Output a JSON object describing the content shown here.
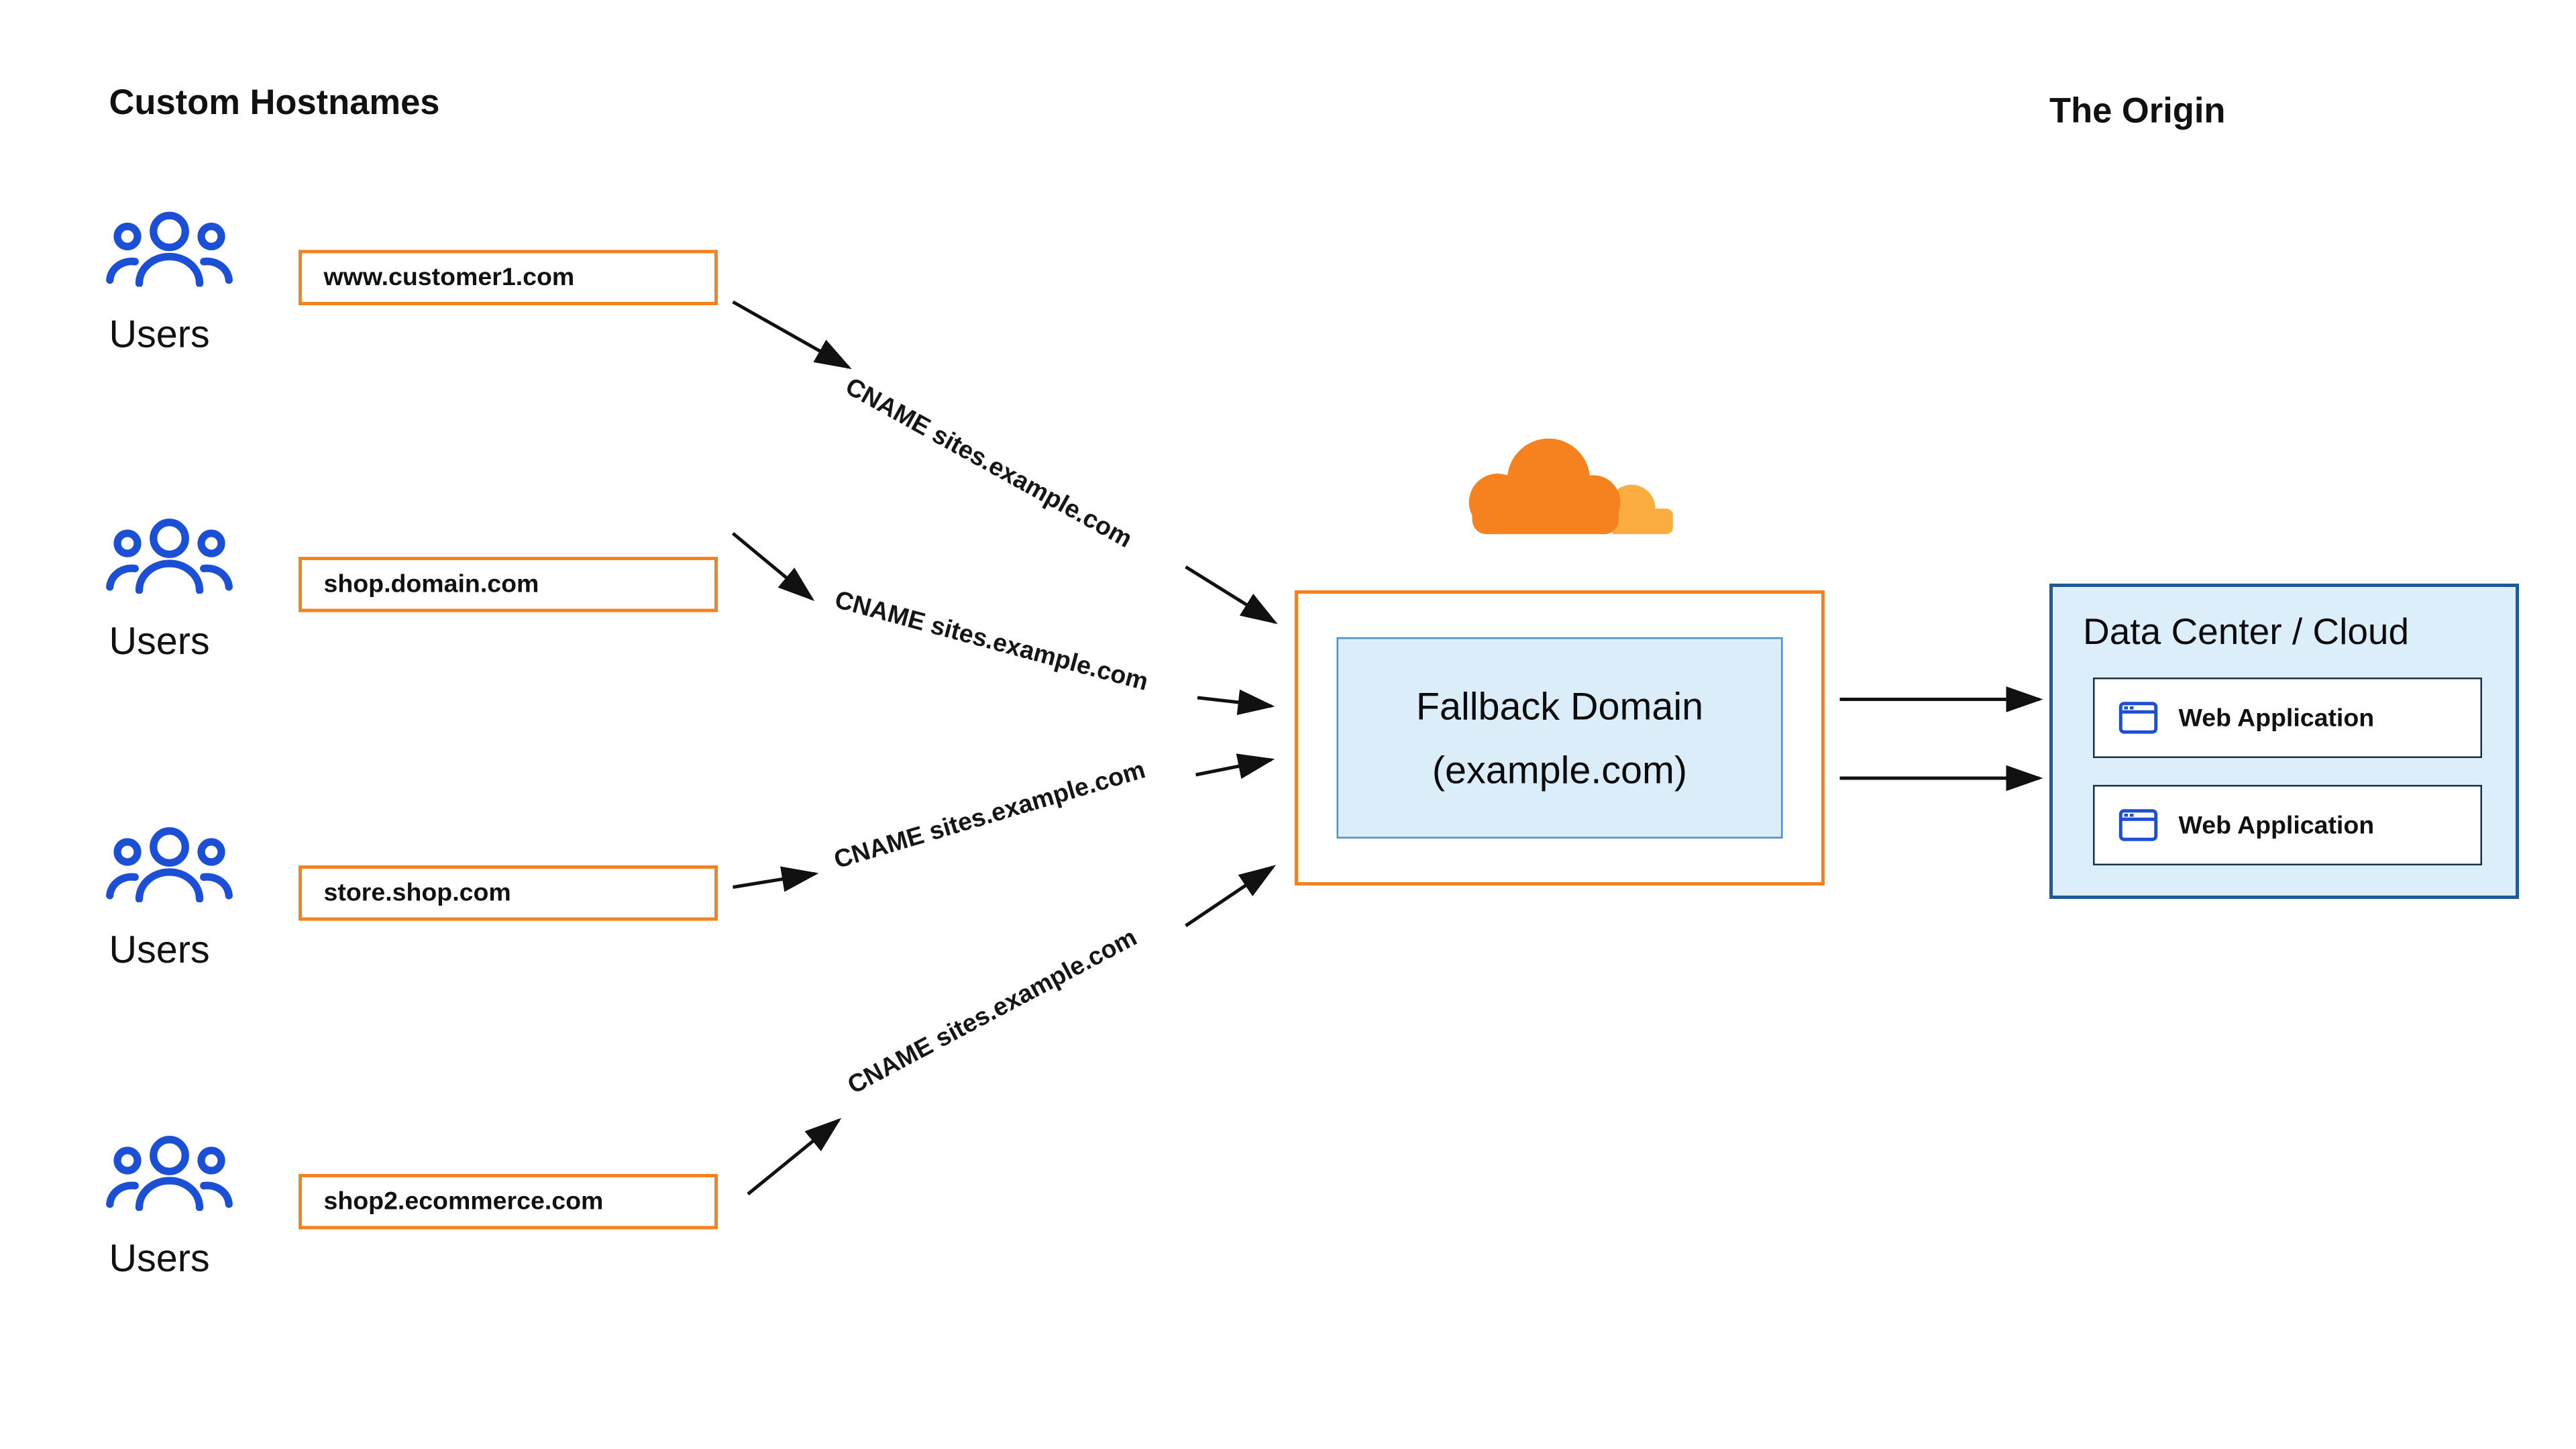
{
  "diagram": {
    "left_title": "Custom Hostnames",
    "right_title": "The Origin"
  },
  "hostnames": [
    {
      "users_label": "Users",
      "domain": "www.customer1.com",
      "cname": "CNAME sites.example.com"
    },
    {
      "users_label": "Users",
      "domain": "shop.domain.com",
      "cname": "CNAME sites.example.com"
    },
    {
      "users_label": "Users",
      "domain": "store.shop.com",
      "cname": "CNAME sites.example.com"
    },
    {
      "users_label": "Users",
      "domain": "shop2.ecommerce.com",
      "cname": "CNAME sites.example.com"
    }
  ],
  "fallback": {
    "line1": "Fallback Domain",
    "line2": "(example.com)"
  },
  "origin": {
    "title": "Data Center / Cloud",
    "apps": [
      {
        "label": "Web Application"
      },
      {
        "label": "Web Application"
      }
    ]
  },
  "icons": {
    "users": "users-group-icon",
    "cloudflare": "cloudflare-cloud-logo",
    "web_app": "browser-window-icon"
  },
  "colors": {
    "orange": "#F6821F",
    "orange_light": "#FBAD41",
    "blue": "#1A4FD6",
    "fallback_fill": "#DBEDF8",
    "fallback_border": "#4A90C9",
    "origin_fill": "#DCEEFA",
    "origin_border": "#1E5A93",
    "arrow": "#111111"
  }
}
